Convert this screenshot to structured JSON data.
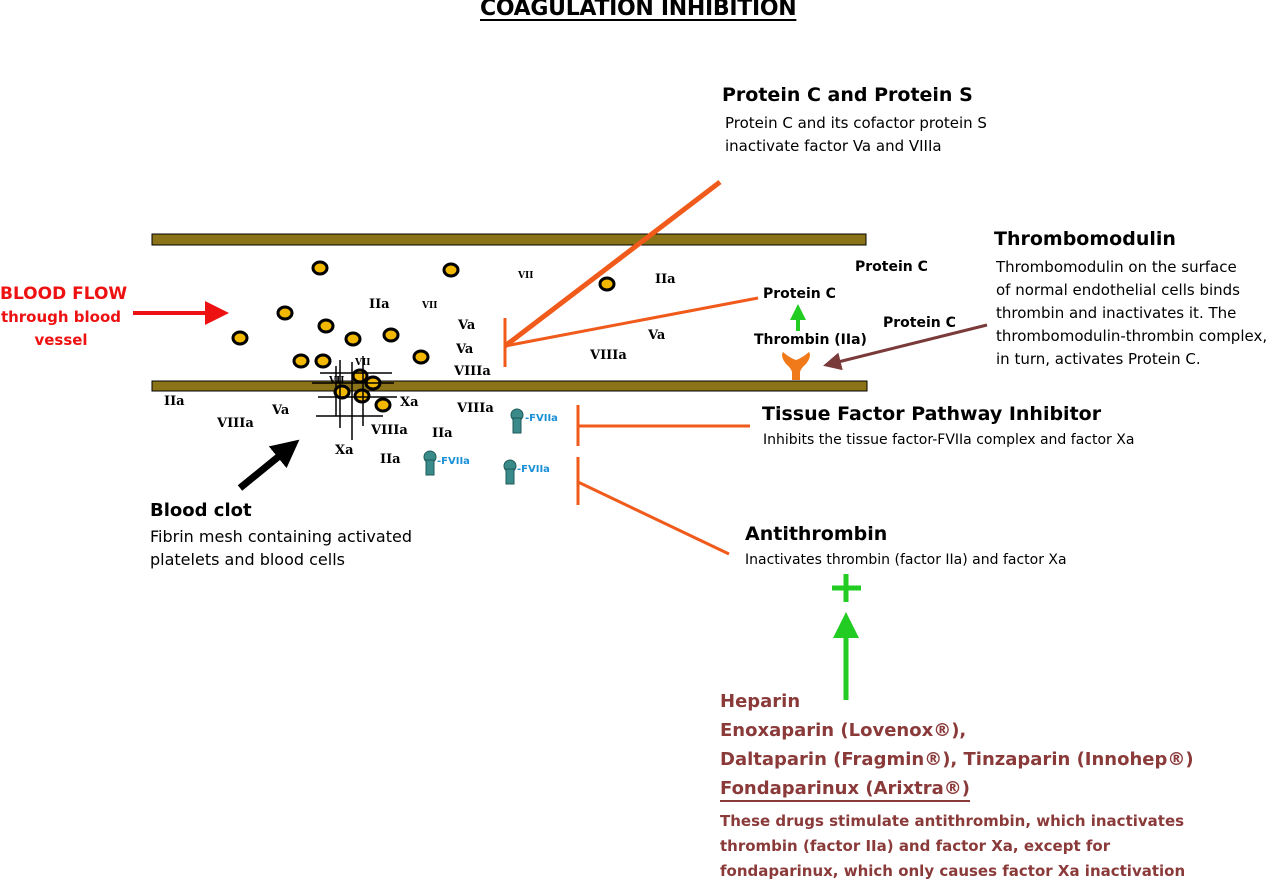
{
  "title": "COAGULATION INHIBITION",
  "blood_flow": {
    "line1": "BLOOD FLOW",
    "line2": "through blood",
    "line3": "vessel"
  },
  "protein_cs": {
    "heading": "Protein C and Protein S",
    "desc1": "Protein C and its cofactor protein S",
    "desc2": "inactivate factor Va and VIIIa"
  },
  "thrombomodulin": {
    "heading": "Thrombomodulin",
    "desc1": "Thrombomodulin on the surface",
    "desc2": "of normal endothelial cells binds",
    "desc3": "thrombin and inactivates it. The",
    "desc4": "thrombomodulin-thrombin complex,",
    "desc5": "in turn, activates Protein C."
  },
  "tfpi": {
    "heading": "Tissue Factor Pathway Inhibitor",
    "desc": "Inhibits the tissue factor-FVIIa complex and factor Xa"
  },
  "antithrombin": {
    "heading": "Antithrombin",
    "desc": "Inactivates thrombin (factor IIa) and factor Xa"
  },
  "clot": {
    "heading": "Blood clot",
    "desc1": "Fibrin mesh containing activated",
    "desc2": "platelets and blood cells"
  },
  "vessel_labels": {
    "protein_c_top": "Protein C",
    "protein_c_mid": "Protein C",
    "protein_c_right": "Protein C",
    "thrombin": "Thrombin (IIa)"
  },
  "factors": {
    "iia": "IIa",
    "va": "Va",
    "viiia": "VIIIa",
    "vii": "VII",
    "xa": "Xa",
    "fviia": "-FVIIa"
  },
  "drugs": {
    "line1": "Heparin",
    "line2": "Enoxaparin (Lovenox®),",
    "line3": "Daltaparin (Fragmin®), Tinzaparin (Innohep®)",
    "line4": "Fondaparinux (Arixtra®)",
    "note1": "These drugs stimulate antithrombin, which inactivates",
    "note2": "thrombin (factor IIa) and factor Xa, except for",
    "note3": "fondaparinux, which only causes factor Xa inactivation"
  },
  "colors": {
    "vessel_wall": "#8b7317",
    "inhibitor_orange": "#f05a1a",
    "activation_green": "#22cc22",
    "thrombomodulin_arrow": "#7a3a3a",
    "blood_flow_red": "#ee1111",
    "drug_text": "#8b3a3a",
    "fviia_blue": "#1a90d6",
    "platelet_fill": "#f2b800"
  },
  "icons": [
    "blood-flow-arrow",
    "platelet",
    "receptor-icon",
    "thrombomodulin-icon",
    "inhibition-line",
    "activation-arrow",
    "plus-icon"
  ]
}
